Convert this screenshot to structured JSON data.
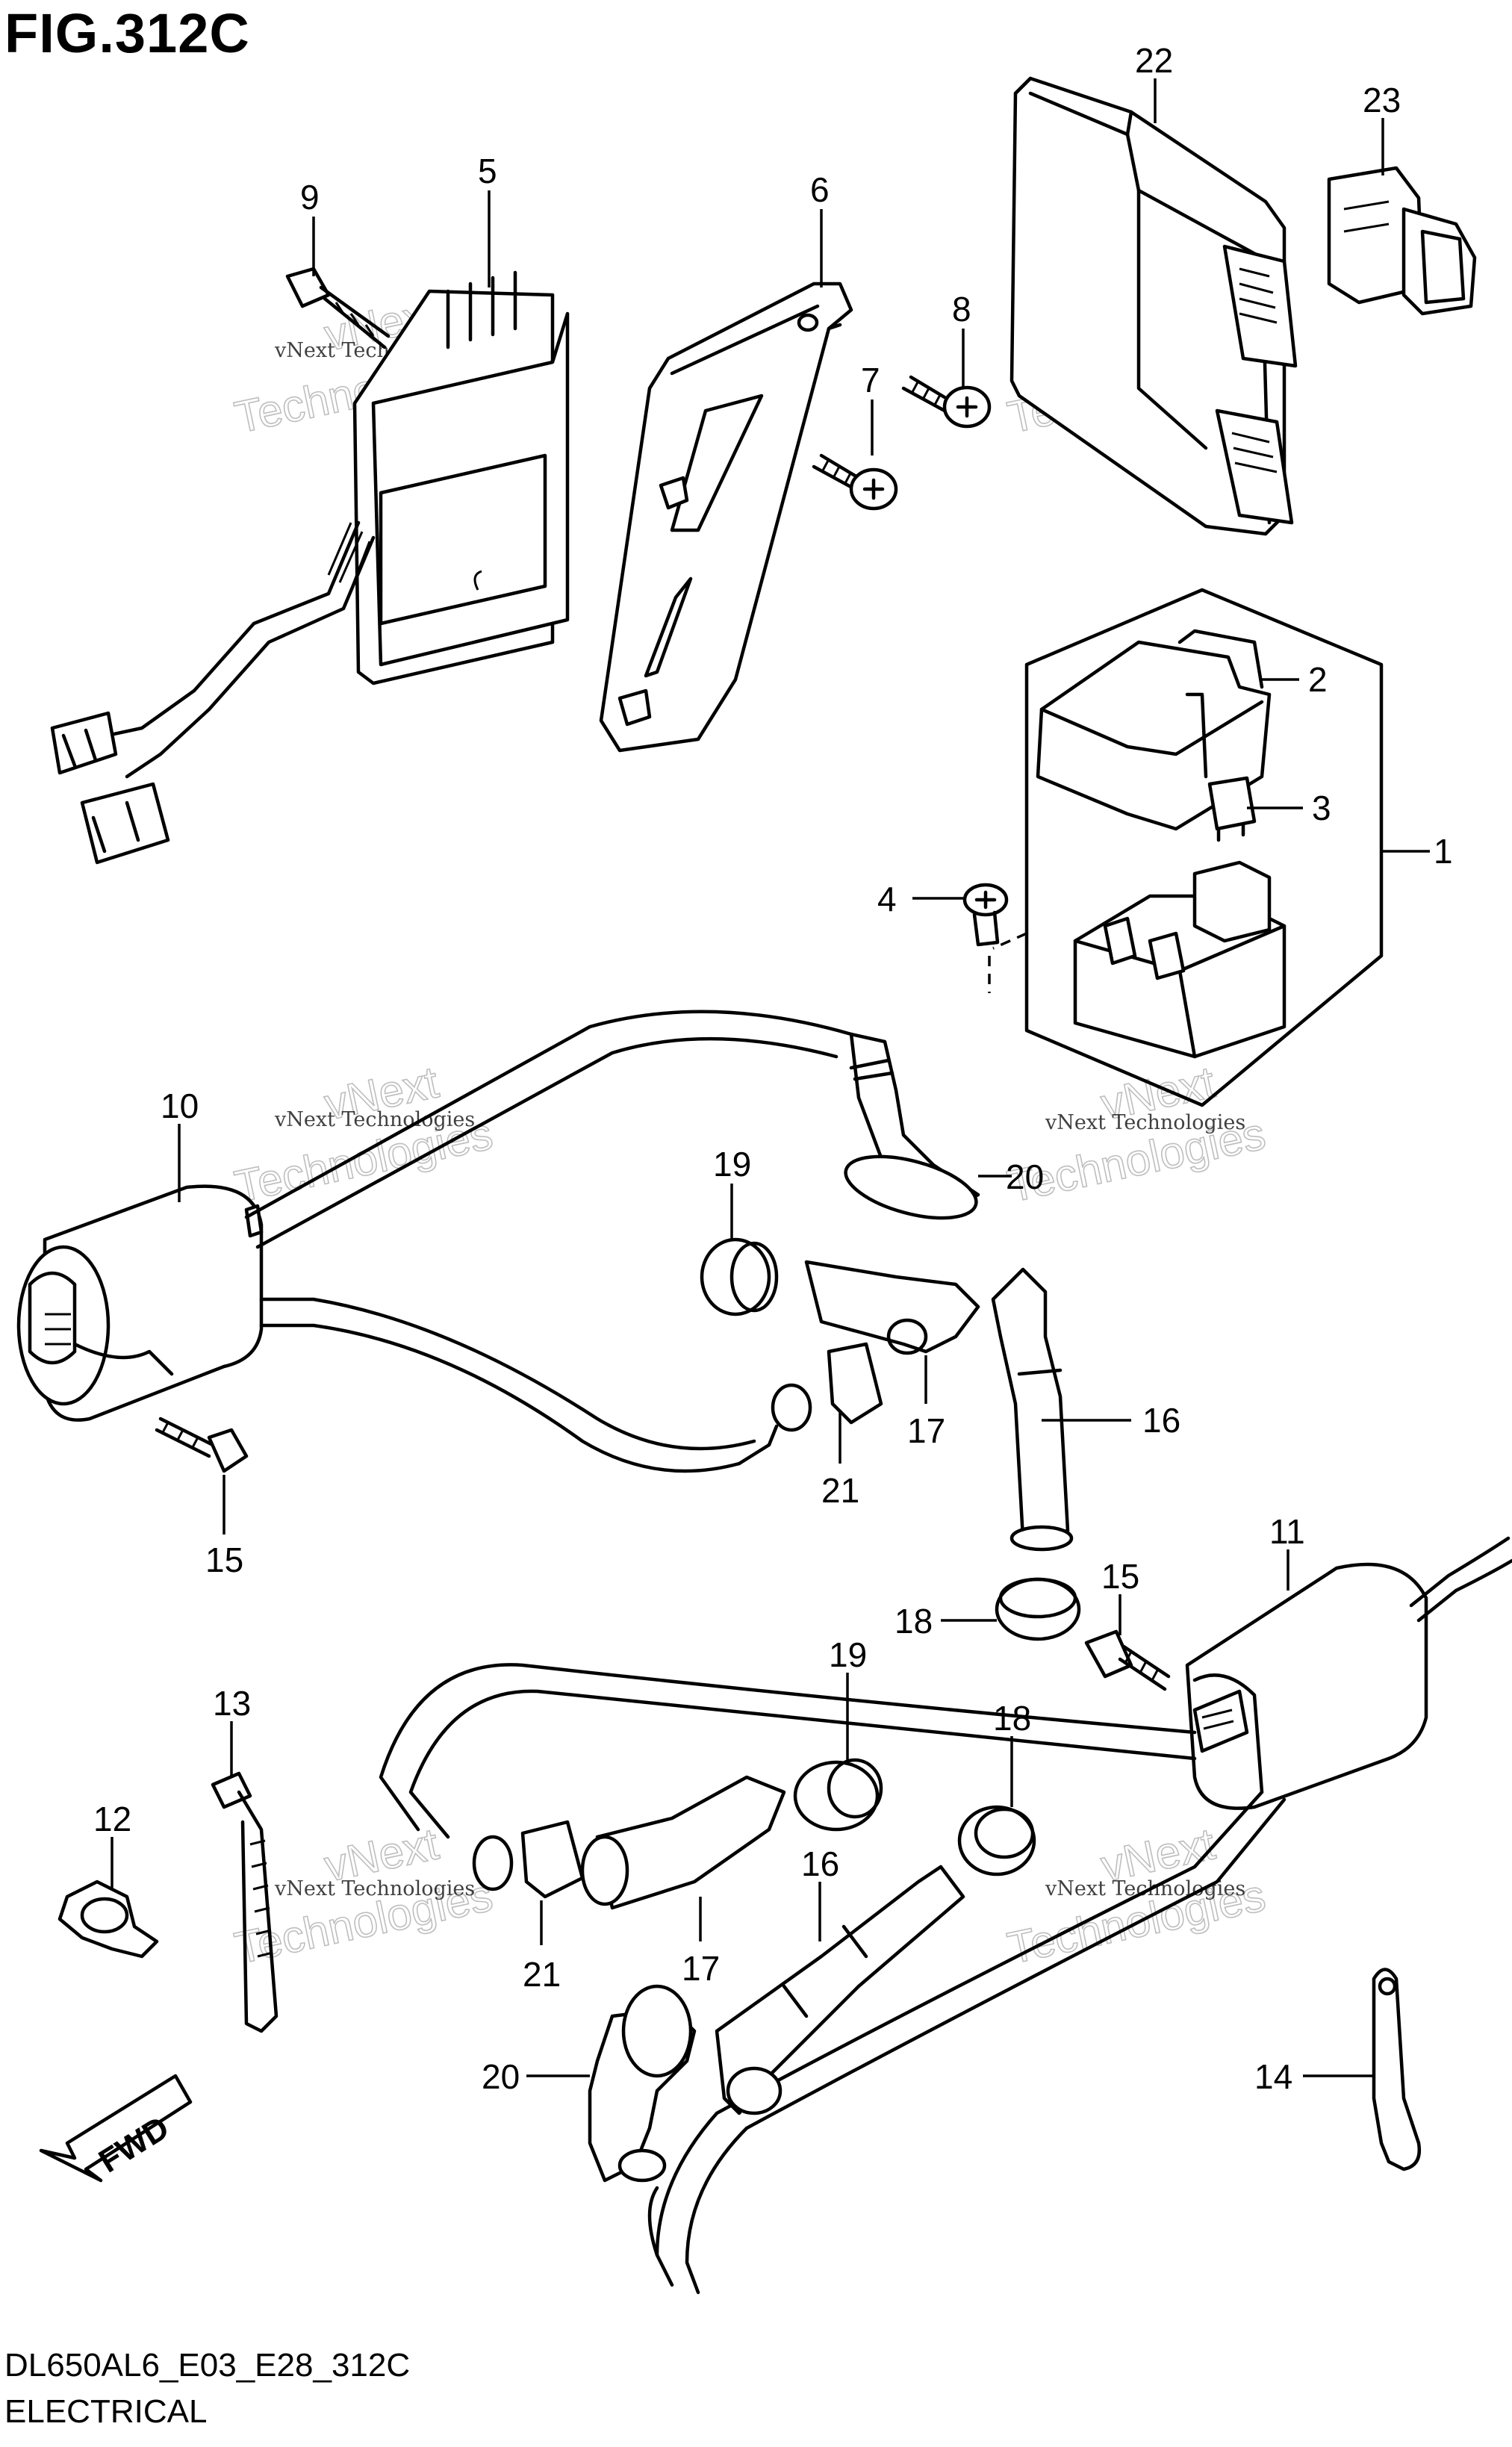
{
  "figure": {
    "title": "FIG.312C",
    "code": "DL650AL6_E03_E28_312C",
    "name": "ELECTRICAL"
  },
  "watermark": {
    "line1": "vNext Technologies",
    "line2": "Technologies",
    "line3": "vNext"
  },
  "fwd_label": "FWD",
  "callouts": {
    "c1": "1",
    "c2": "2",
    "c3": "3",
    "c4": "4",
    "c5": "5",
    "c6": "6",
    "c7": "7",
    "c8": "8",
    "c9": "9",
    "c10": "10",
    "c11": "11",
    "c12": "12",
    "c13": "13",
    "c14": "14",
    "c15a": "15",
    "c15b": "15",
    "c16a": "16",
    "c16b": "16",
    "c17a": "17",
    "c17b": "17",
    "c18a": "18",
    "c18b": "18",
    "c19a": "19",
    "c19b": "19",
    "c20a": "20",
    "c20b": "20",
    "c21a": "21",
    "c21b": "21",
    "c22": "22",
    "c23": "23"
  }
}
